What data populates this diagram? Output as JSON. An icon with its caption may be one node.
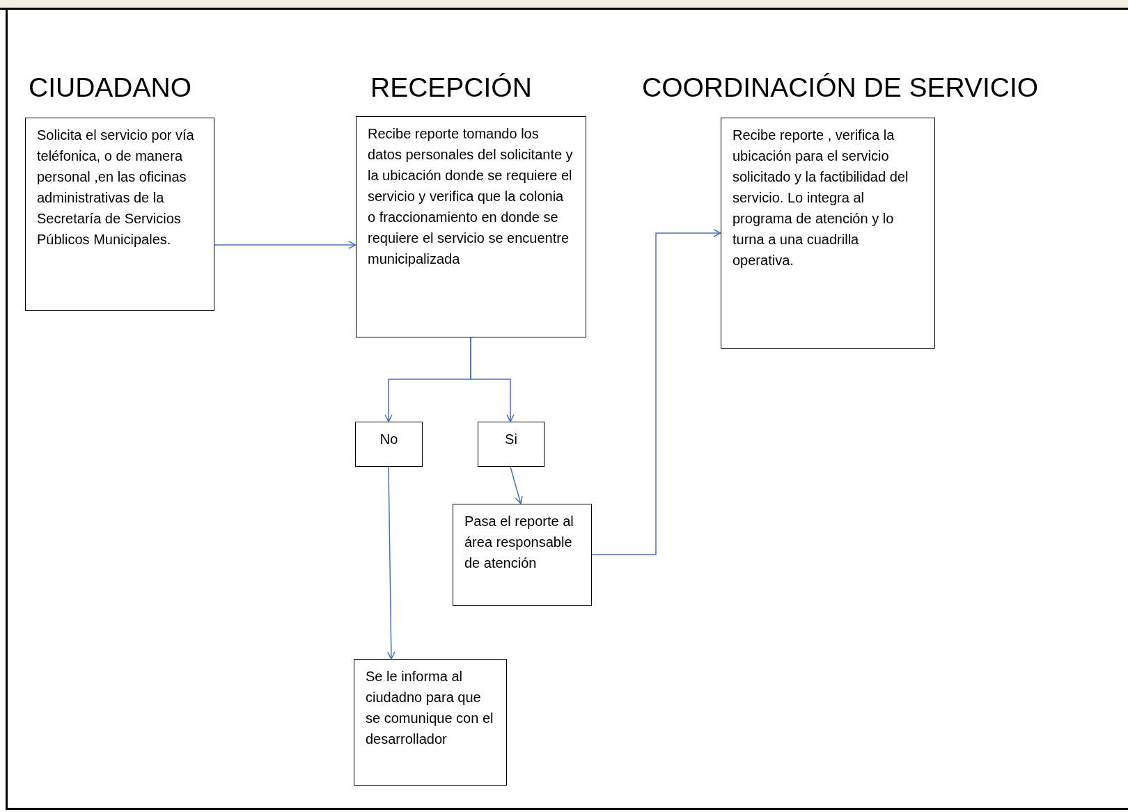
{
  "diagram": {
    "nodes": [
      {
        "text": [
          "Solicita el servicio por vía teléfonica, o de manera personal ,en las oficinas administrativas de la Secretaría de Servicios Públicos Municipales."
        ]
      },
      {
        "text": [
          "Recibe reporte tomando los datos personales del solicitante y la ubicación donde se requiere el servicio y verifica que la colonia o fraccionamiento en donde se requiere el servicio se encuentre municipalizada"
        ]
      },
      {
        "text": [
          "Recibe reporte , verifica la ubicación  para el servicio solicitado y la factibilidad del servicio. Lo integra al programa de atención y lo turna a una cuadrilla operativa."
        ]
      },
      {
        "text": [
          "No"
        ]
      },
      {
        "text": [
          "Si"
        ]
      },
      {
        "text": [
          "Pasa el reporte al área responsable de atención"
        ]
      },
      {
        "text": [
          "Se le informa al ciudadno para que se comunique con el desarrollador"
        ]
      }
    ],
    "edges": [
      {
        "from": 0,
        "to": 1,
        "arrow": "to"
      },
      {
        "from": 1,
        "to": 3,
        "arrow": "to"
      },
      {
        "from": 1,
        "to": 4,
        "arrow": "to"
      },
      {
        "from": 4,
        "to": 5,
        "arrow": "to"
      },
      {
        "from": 5,
        "to": 2,
        "arrow": "to"
      },
      {
        "from": 3,
        "to": 6,
        "arrow": "to"
      }
    ],
    "labels": [
      "CIUDADANO",
      "RECEPCIÓN",
      "COORDINACIÓN DE SERVICIO"
    ]
  }
}
